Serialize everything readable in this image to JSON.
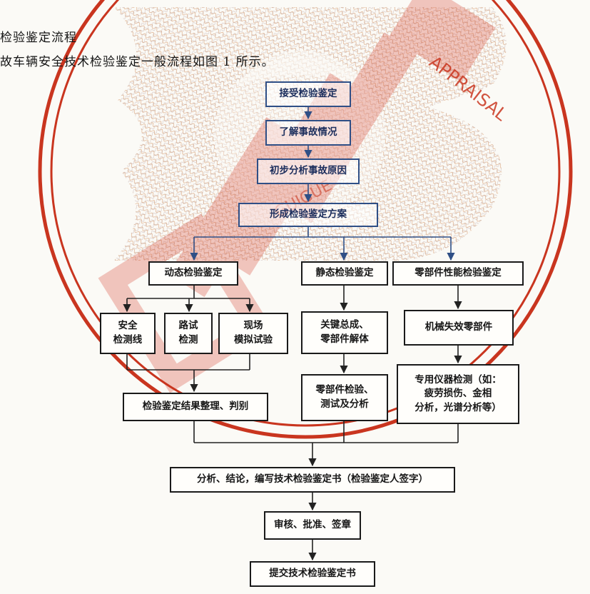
{
  "heading_line1": "检验鉴定流程",
  "heading_line2": "故车辆安全技术检验鉴定一般流程如图 1 所示。",
  "flowchart": {
    "top_chain": [
      "接受检验鉴定",
      "了解事故情况",
      "初步分析事故原因",
      "形成检验鉴定方案"
    ],
    "branches": {
      "dynamic": {
        "title": "动态检验鉴定",
        "subs": [
          "安全\n检测线",
          "路试\n检测",
          "现场\n模拟试验"
        ],
        "result": "检验鉴定结果整理、判别"
      },
      "static": {
        "title": "静态检验鉴定",
        "step1": "关键总成、\n零部件解体",
        "step2": "零部件检验、\n测试及分析"
      },
      "parts": {
        "title": "零部件性能检验鉴定",
        "step1": "机械失效零部件",
        "step2": "专用仪器检测（如：\n疲劳损伤、金相\n分析，光谱分析等）"
      }
    },
    "final_chain": [
      "分析、结论，编写技术检验鉴定书（检验鉴定人签字）",
      "审核、批准、签章",
      "提交技术检验鉴定书"
    ]
  },
  "watermark": {
    "text": "APPRAISAL",
    "text2": "GUIGUE",
    "ring_color": "#c9351f",
    "emblem_color": "#c0392b"
  }
}
